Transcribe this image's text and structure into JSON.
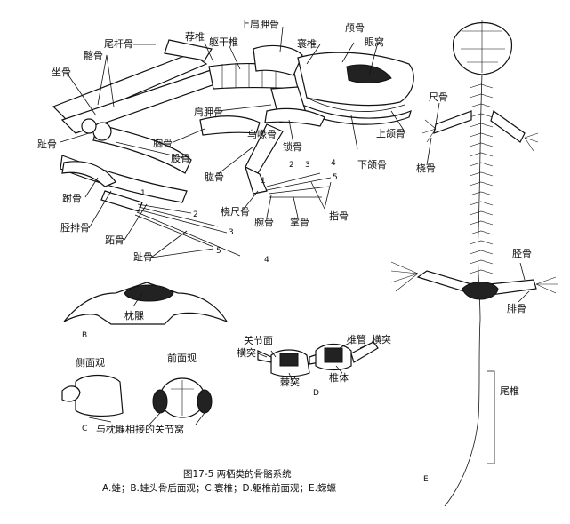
{
  "labels": {
    "weigu": "尾杆骨",
    "qiagu": "髂骨",
    "zuogu": "坐骨",
    "zhigu_toe": "趾骨",
    "jianzhui": "荐椎",
    "quganzhui": "躯干椎",
    "shangjianjiagu": "上肩胛骨",
    "huanzhui": "寰椎",
    "niegu": "颅骨",
    "yanwo": "眼窝",
    "jianjiagu": "肩胛骨",
    "xionggu": "胸骨",
    "gugu": "股骨",
    "shangegu": "上颌骨",
    "wuhuigu": "乌喙骨",
    "suogu": "锁骨",
    "xiahegu": "下颌骨",
    "honggu": "肱骨",
    "fugu": "跗骨",
    "jingpaigu": "胫排骨",
    "zhigu_ankle": "跖骨",
    "zhigu_toe2": "趾骨",
    "raochigu": "桡尺骨",
    "wangu": "腕骨",
    "zhanggu": "掌骨",
    "zhigu_finger": "指骨",
    "chigu": "尺骨",
    "raogu": "桡骨",
    "jinggu": "胫骨",
    "feigu": "腓骨",
    "weizhui": "尾椎",
    "zhenke": "枕髁",
    "cemianguan": "侧面观",
    "qianmianguan": "前面观",
    "yuzhenkexiangjie": "与枕髁相接的关节窝",
    "guanjiemian": "关节面",
    "hengtu_left": "横突",
    "jitu": "棘突",
    "zhuiguan": "椎管",
    "hengtu_right": "横突",
    "zhuiti": "椎体"
  },
  "numbers": {
    "hind": [
      "1",
      "2",
      "3",
      "4",
      "5"
    ],
    "fore": [
      "1",
      "2",
      "3",
      "4",
      "5"
    ]
  },
  "panel_letters": {
    "b": "B",
    "c": "C",
    "d": "D",
    "e": "E"
  },
  "caption": {
    "title": "图17-5  两栖类的骨骼系统",
    "subtitle": "A.蛙；B.蛙头骨后面观；C.寰椎；D.躯椎前面观；E.蝾螈"
  }
}
